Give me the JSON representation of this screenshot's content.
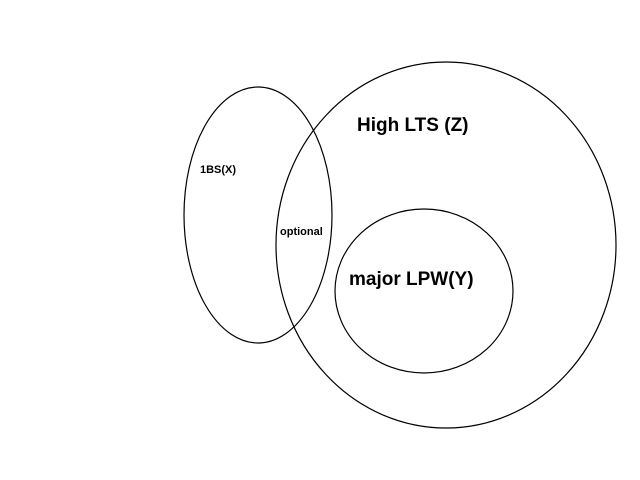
{
  "diagram": {
    "sets": [
      {
        "id": "x",
        "label": "1BS(X)"
      },
      {
        "id": "z",
        "label": "High LTS (Z)"
      },
      {
        "id": "y",
        "label": "major LPW(Y)"
      }
    ],
    "intersection_label": "optional",
    "stroke_color": "#000000",
    "background_color": "#ffffff"
  }
}
